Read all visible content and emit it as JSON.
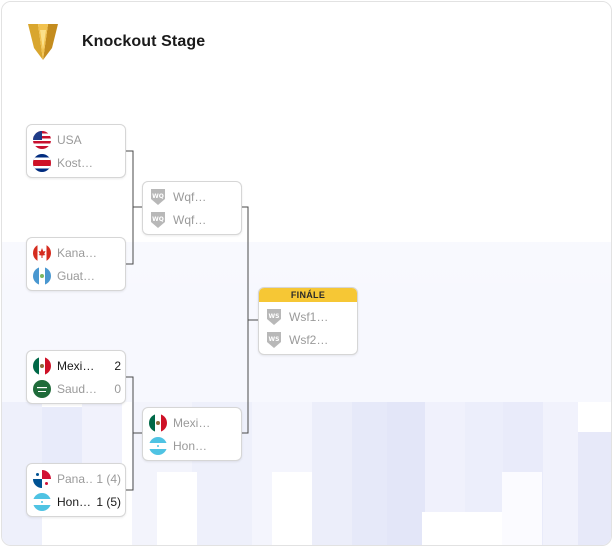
{
  "header": {
    "title": "Knockout Stage",
    "logo_icon": "gold-cup-trophy-icon"
  },
  "colors": {
    "finale_badge": "#f6c735",
    "line": "#4a4a4a",
    "muted_text": "#9a9a9a",
    "active_text": "#1a1a1a"
  },
  "quarterfinals": [
    {
      "team1": {
        "name": "USA",
        "flag": "usa-flag-icon",
        "score": ""
      },
      "team2": {
        "name": "Kost…",
        "flag": "costa-rica-flag-icon",
        "score": ""
      }
    },
    {
      "team1": {
        "name": "Kana…",
        "flag": "canada-flag-icon",
        "score": ""
      },
      "team2": {
        "name": "Guat…",
        "flag": "guatemala-flag-icon",
        "score": ""
      }
    },
    {
      "team1": {
        "name": "Mexi…",
        "flag": "mexico-flag-icon",
        "score": "2"
      },
      "team2": {
        "name": "Saud…",
        "flag": "saudi-arabia-flag-icon",
        "score": "0"
      }
    },
    {
      "team1": {
        "name": "Pana…",
        "flag": "panama-flag-icon",
        "score": "1 (4)"
      },
      "team2": {
        "name": "Hon…",
        "flag": "honduras-flag-icon",
        "score": "1 (5)"
      }
    }
  ],
  "semifinals": [
    {
      "team1": {
        "name": "Wqf…",
        "badge": "WQ"
      },
      "team2": {
        "name": "Wqf…",
        "badge": "WQ"
      }
    },
    {
      "team1": {
        "name": "Mexi…",
        "flag": "mexico-flag-icon"
      },
      "team2": {
        "name": "Hon…",
        "flag": "honduras-flag-icon"
      }
    }
  ],
  "final": {
    "label": "FINÁLE",
    "team1": {
      "name": "Wsf1…",
      "badge": "WS"
    },
    "team2": {
      "name": "Wsf2…",
      "badge": "WS"
    }
  }
}
